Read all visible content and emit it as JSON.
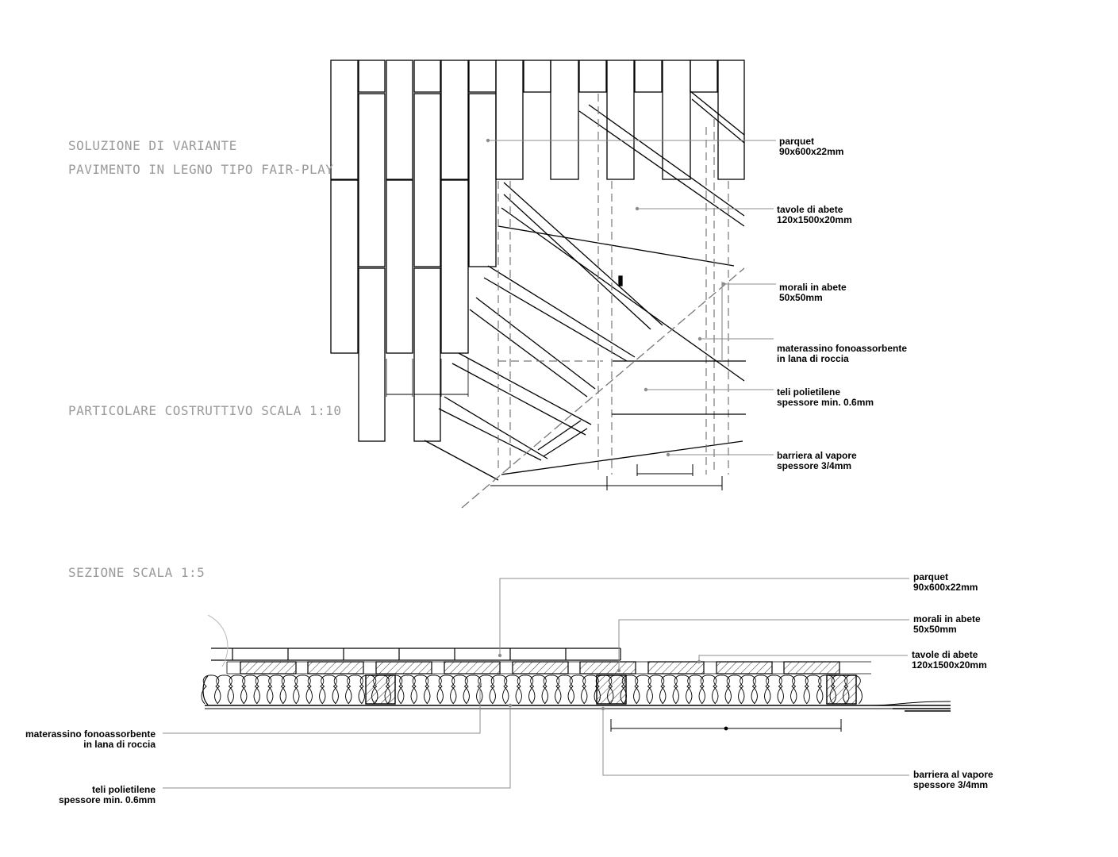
{
  "titles": {
    "variant_line1": "SOLUZIONE DI VARIANTE",
    "variant_line2": "PAVIMENTO IN LEGNO TIPO FAIR-PLAY",
    "detail": "PARTICOLARE COSTRUTTIVO SCALA 1:10",
    "section": "SEZIONE SCALA 1:5"
  },
  "plan_labels": {
    "parquet": "parquet\n90x600x22mm",
    "tavole": "tavole di abete\n120x1500x20mm",
    "morali": "morali in abete\n50x50mm",
    "materassino": "materassino fonoassorbente\nin lana di roccia",
    "teli": "teli polietilene\nspessore min. 0.6mm",
    "barriera": "barriera al vapore\nspessore 3/4mm"
  },
  "section_labels": {
    "parquet": "parquet\n90x600x22mm",
    "morali": "morali in abete\n50x50mm",
    "tavole": "tavole di abete\n120x1500x20mm",
    "materassino": "materassino fonoassorbente\nin lana di roccia",
    "teli": "teli polietilene\nspessore min. 0.6mm",
    "barriera": "barriera al vapore\nspessore 3/4mm"
  },
  "colors": {
    "line": "#000000",
    "leader": "#8c8c8c",
    "title": "#9a9a9a",
    "hatch": "#333333"
  }
}
